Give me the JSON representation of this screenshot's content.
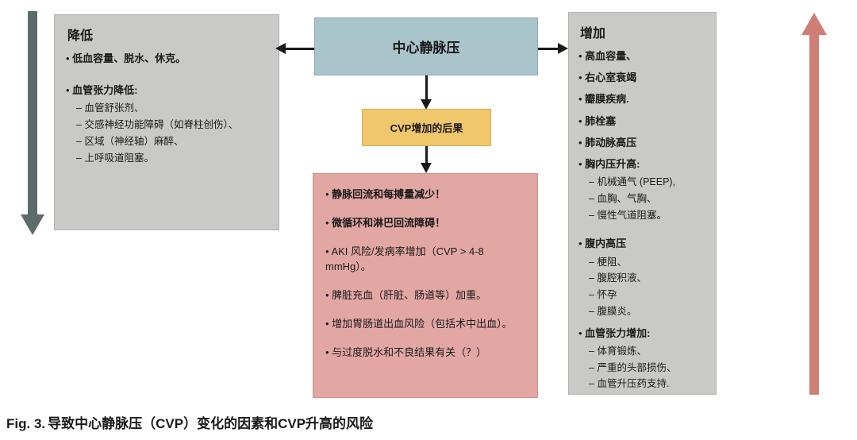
{
  "caption": {
    "prefix": "Fig. 3.",
    "text": "导致中心静脉压（CVP）变化的因素和CVP升高的风险"
  },
  "center_box": {
    "title": "中心静脉压"
  },
  "consequence_box": {
    "title": "CVP增加的后果"
  },
  "decrease": {
    "title": "降低",
    "items": [
      {
        "text": "低血容量、脱水、休克。",
        "bold": true,
        "subs": []
      },
      {
        "text": "血管张力降低:",
        "bold": true,
        "subs": [
          "血管舒张剂、",
          "交感神经功能障碍（如脊柱创伤）、",
          "区域（神经轴）麻醉、",
          "上呼吸道阻塞。"
        ]
      }
    ]
  },
  "increase": {
    "title": "增加",
    "items": [
      {
        "text": "高血容量、",
        "bold": true,
        "subs": []
      },
      {
        "text": "右心室衰竭",
        "bold": true,
        "subs": []
      },
      {
        "text": "瓣膜疾病.",
        "bold": true,
        "subs": []
      },
      {
        "text": "肺栓塞",
        "bold": true,
        "subs": []
      },
      {
        "text": "肺动脉高压",
        "bold": true,
        "subs": []
      },
      {
        "text": "胸内压升高:",
        "bold": true,
        "subs": [
          "机械通气 (PEEP),",
          "血胸、气胸、",
          "慢性气道阻塞。"
        ]
      },
      {
        "text": "腹内高压",
        "bold": true,
        "subs": [
          "梗阻、",
          "腹腔积液、",
          "怀孕",
          "腹膜炎。"
        ]
      },
      {
        "text": "血管张力增加:",
        "bold": true,
        "subs": [
          "体育锻炼、",
          "严重的头部损伤、",
          "血管升压药支持."
        ]
      }
    ]
  },
  "risks": {
    "items": [
      {
        "text": "静脉回流和每搏量减少！",
        "bold": true,
        "subs": []
      },
      {
        "text": "微循环和淋巴回流障碍！",
        "bold": true,
        "subs": []
      },
      {
        "text": "AKI 风险/发病率增加（CVP > 4-8 mmHg）。",
        "bold": false,
        "subs": []
      },
      {
        "text": "脾脏充血（肝脏、肠道等）加重。",
        "bold": false,
        "subs": []
      },
      {
        "text": "增加胃肠道出血风险（包括术中出血）。",
        "bold": false,
        "subs": []
      },
      {
        "text": "与过度脱水和不良结果有关（？）",
        "bold": false,
        "subs": []
      }
    ]
  },
  "colors": {
    "center_box": "#a9c4cb",
    "gray_box": "#c9cac8",
    "yellow_box": "#f1c76c",
    "pink_box": "#e3a7a3",
    "down_arrow": "#5f6b6b",
    "up_arrow": "#cd7f75",
    "connector": "#1a1a1a"
  }
}
